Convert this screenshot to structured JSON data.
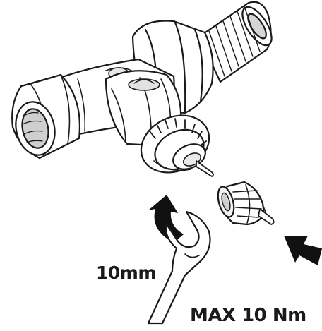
{
  "labels": {
    "wrench_size": "10mm",
    "max_torque": "MAX 10 Nm"
  },
  "icons": [
    "valve-body",
    "insert-part",
    "wrench",
    "rotate-arrow",
    "push-arrow"
  ],
  "colors": {
    "line": "#1a1a1a",
    "fill": "#ffffff",
    "shade": "#cfcfcf",
    "arrow": "#111111"
  }
}
